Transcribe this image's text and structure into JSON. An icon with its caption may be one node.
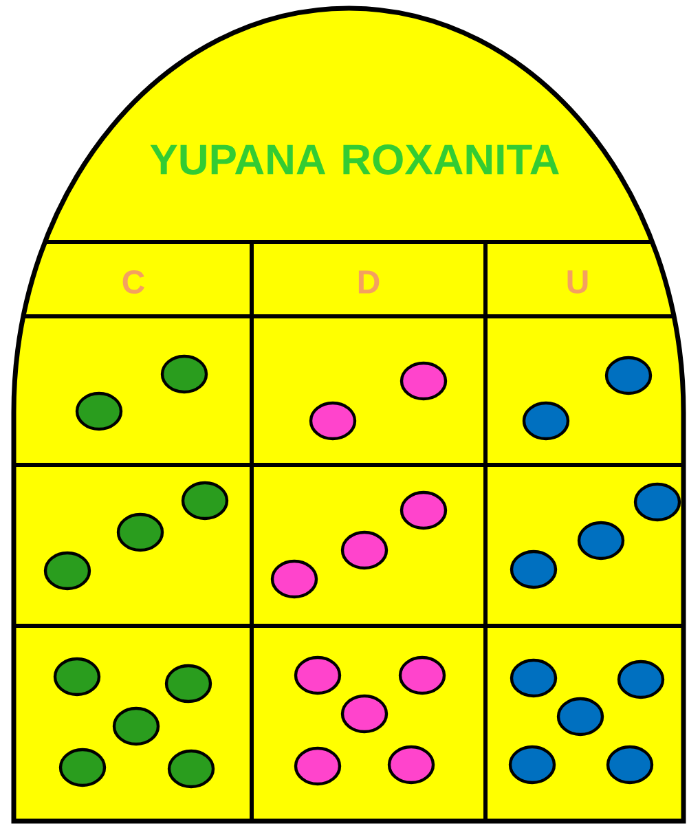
{
  "diagram": {
    "title": "YUPANA ROXANITA",
    "nodes": [
      {
        "text": [
          "C"
        ]
      },
      {
        "text": [
          "D"
        ]
      },
      {
        "text": [
          "U"
        ]
      }
    ]
  }
}
